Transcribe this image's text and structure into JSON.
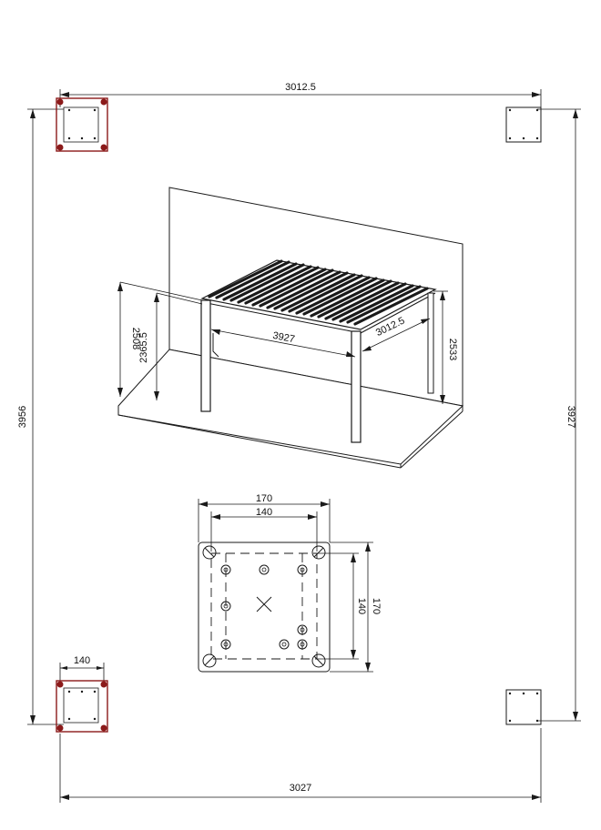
{
  "dimensions": {
    "overall_top_width": "3012.5",
    "overall_bottom_width": "3027",
    "overall_left_height": "3956",
    "overall_right_height": "3927",
    "plate_width_label": "140",
    "pergola_height_front": "2508",
    "pergola_height_inner": "2365.5",
    "pergola_length": "3927",
    "pergola_depth": "3012.5",
    "pergola_height_right": "2533",
    "baseplate_outer_width": "170",
    "baseplate_inner_width": "140",
    "baseplate_outer_height": "170",
    "baseplate_inner_height": "140"
  },
  "colors": {
    "line": "#1a1a1a",
    "plate_accent": "#8b1a1a"
  }
}
